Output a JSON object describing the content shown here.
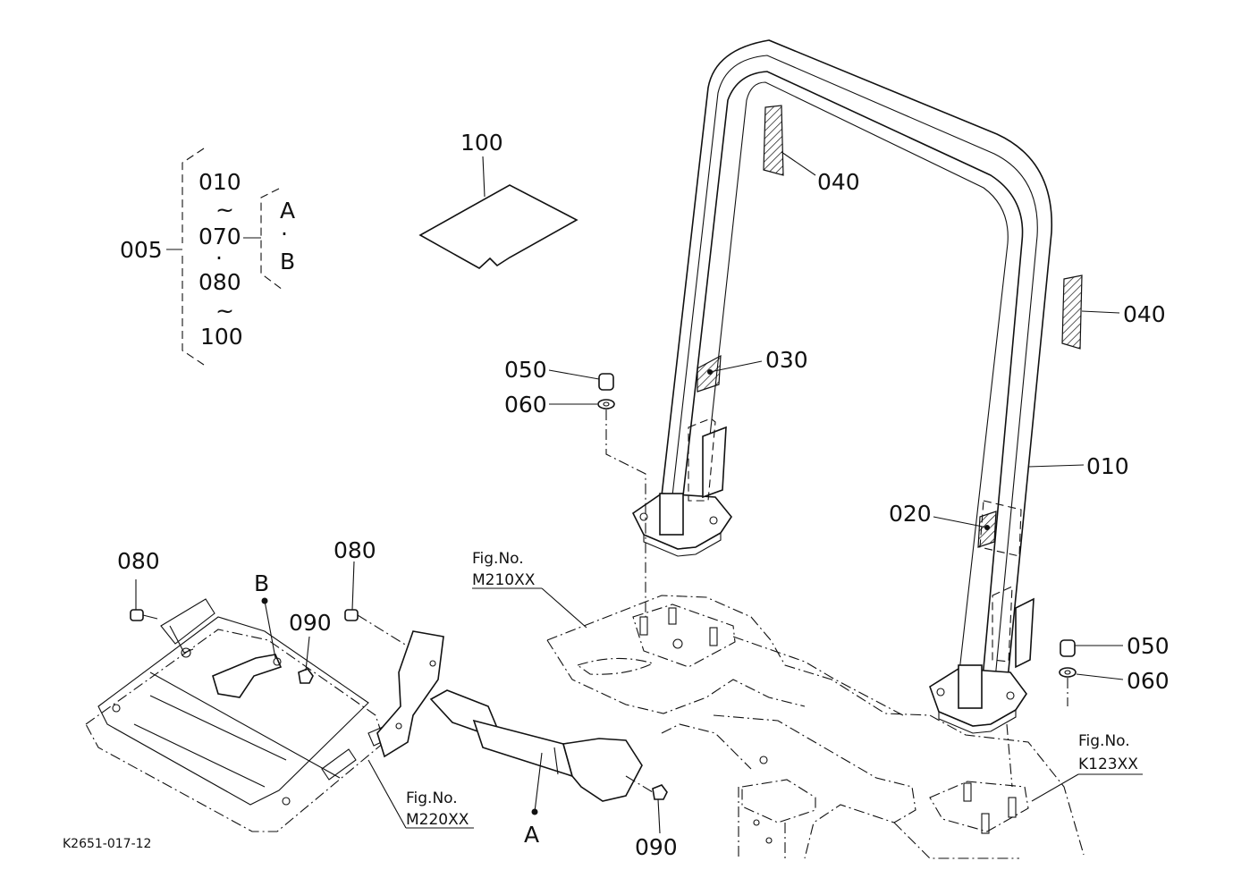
{
  "drawing_id": "K2651-017-12",
  "part_labels": {
    "p005": "005",
    "p010_group": "010",
    "p070": "070",
    "p080_group": "080",
    "p100_group": "100",
    "tilde1": "~",
    "tilde2": "~",
    "dot1": "·",
    "dot2": "·",
    "variant_a": "A",
    "variant_b": "B",
    "p100": "100",
    "p040_top": "040",
    "p040_right": "040",
    "p030": "030",
    "p050_left": "050",
    "p060_left": "060",
    "p010": "010",
    "p020": "020",
    "p050_right": "050",
    "p060_right": "060",
    "p080_left": "080",
    "p080_mid": "080",
    "p090_left": "090",
    "p090_right": "090",
    "point_a": "A",
    "point_b": "B"
  },
  "fig_refs": {
    "m210": {
      "line1": "Fig.No.",
      "line2": "M210XX"
    },
    "m220": {
      "line1": "Fig.No.",
      "line2": "M220XX"
    },
    "k123": {
      "line1": "Fig.No.",
      "line2": "K123XX"
    }
  }
}
